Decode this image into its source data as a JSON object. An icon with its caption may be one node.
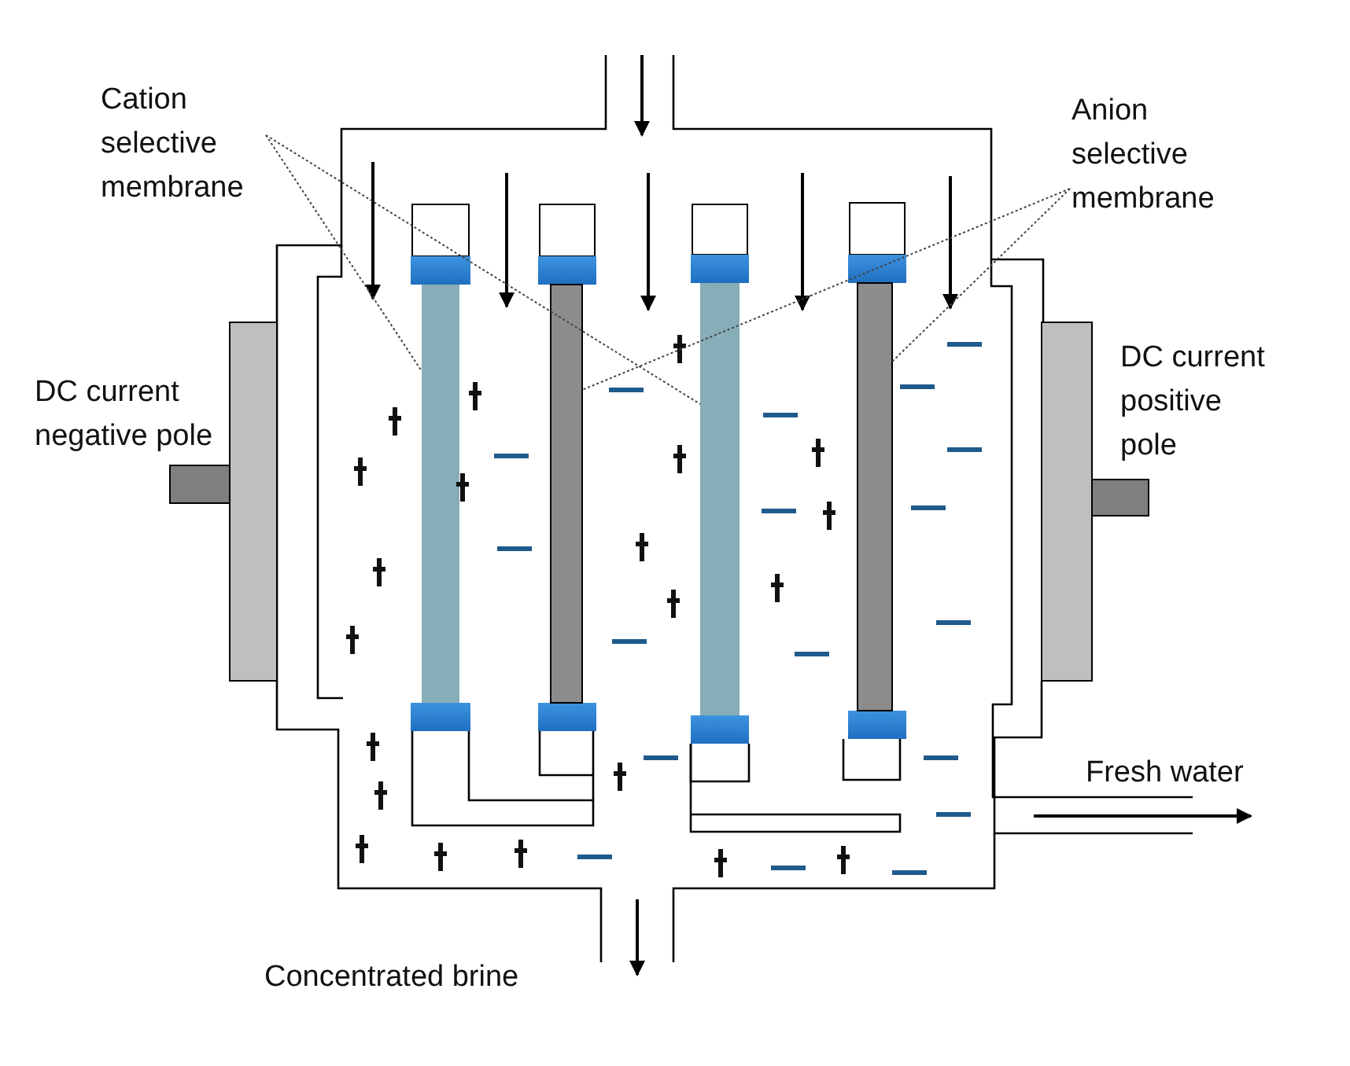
{
  "diagram": {
    "nodes": [
      {
        "text": [
          "Cation selective membrane"
        ]
      },
      {
        "text": [
          "Anion selective membrane"
        ]
      },
      {
        "text": [],
        "shape": "bar"
      },
      {
        "text": [],
        "shape": "bar"
      },
      {
        "text": [],
        "shape": "bar"
      },
      {
        "text": [],
        "shape": "bar"
      }
    ],
    "edges": [
      {
        "from": 0,
        "to": 2,
        "arrow": "none"
      },
      {
        "from": 0,
        "to": 4,
        "arrow": "none"
      },
      {
        "from": 1,
        "to": 3,
        "arrow": "none"
      },
      {
        "from": 1,
        "to": 5,
        "arrow": "none"
      }
    ],
    "labels": [
      "DC current negative pole",
      "DC current positive pole",
      "Fresh water",
      "Concentrated brine"
    ]
  }
}
